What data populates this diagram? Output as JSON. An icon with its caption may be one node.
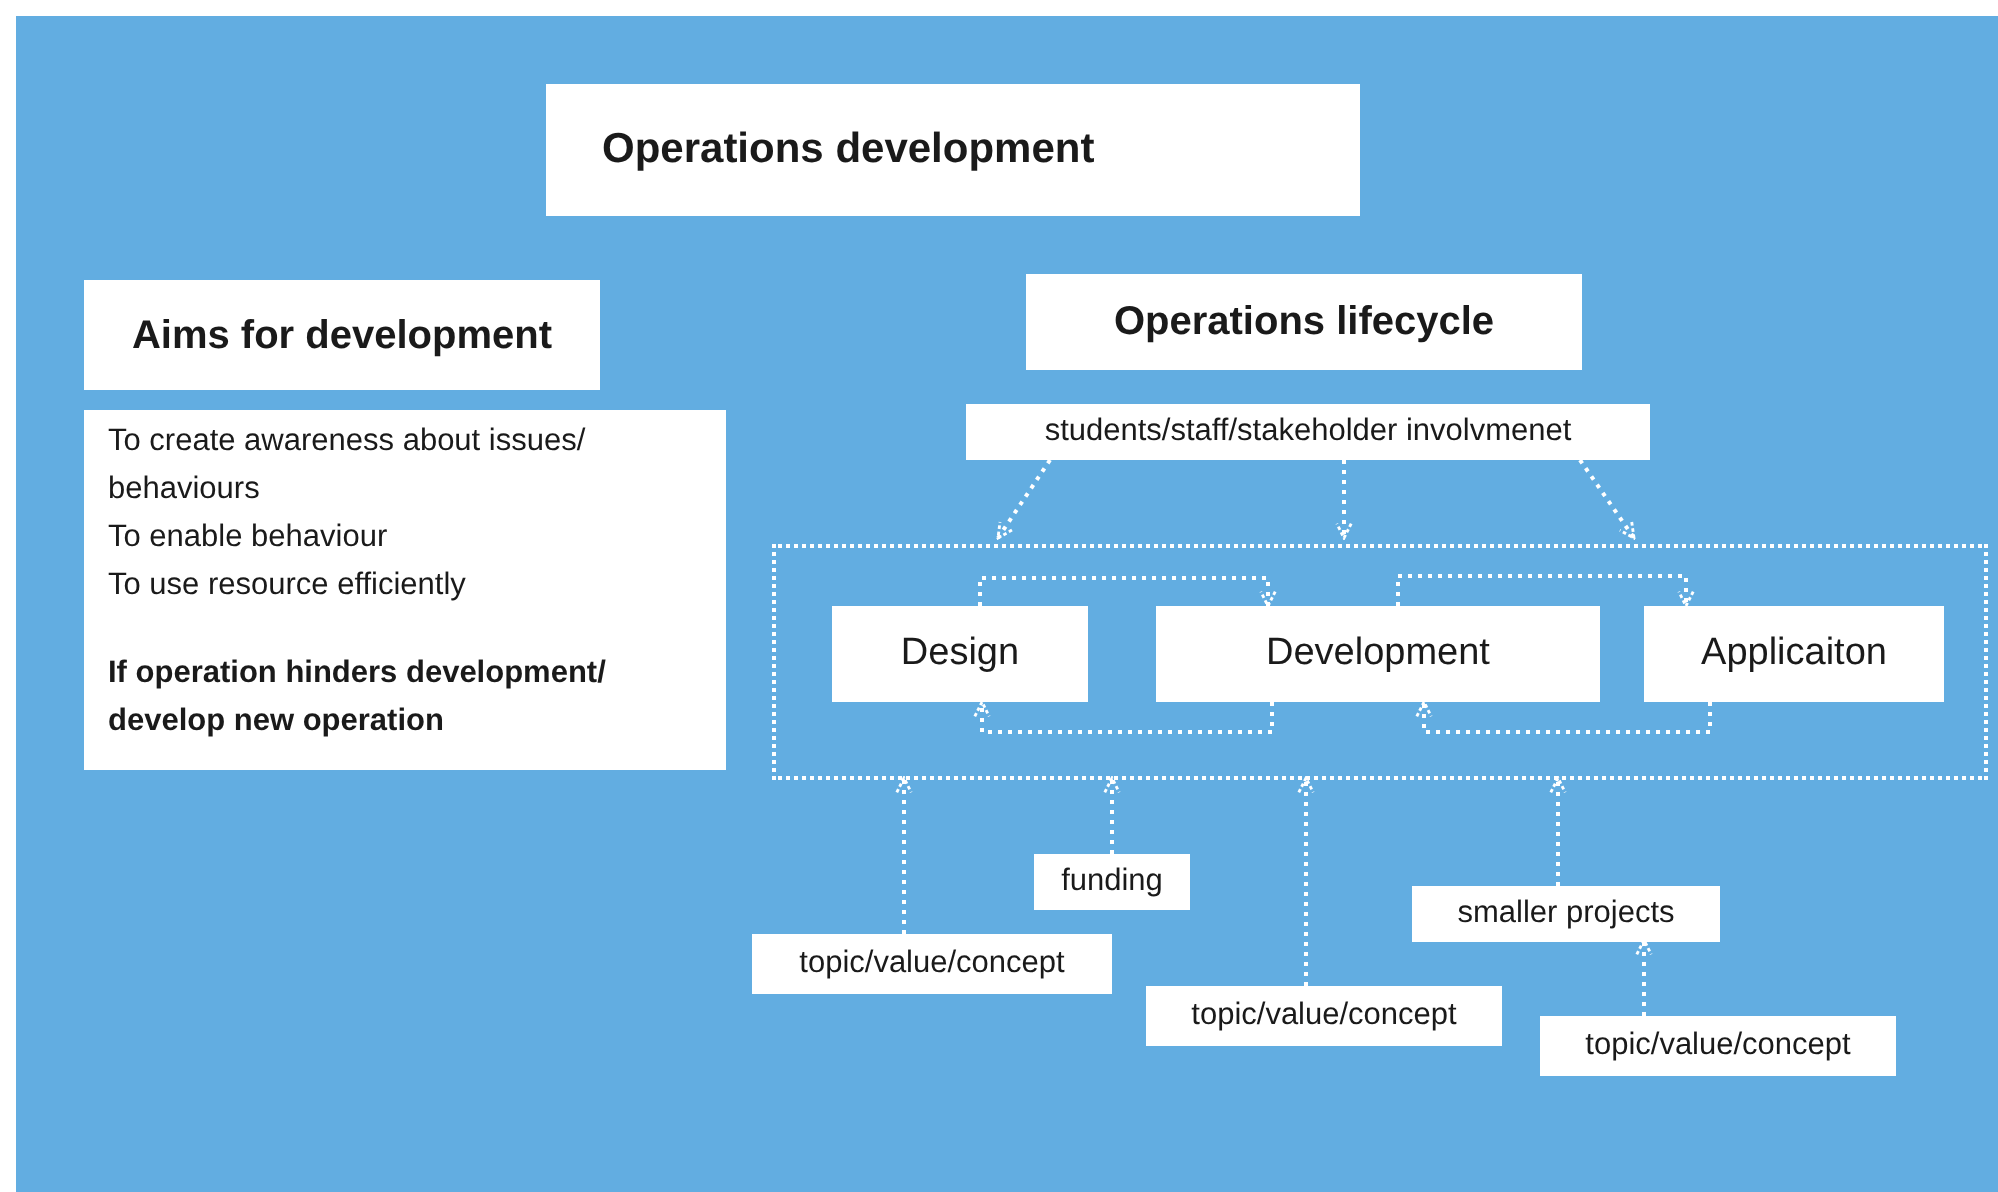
{
  "diagram": {
    "nodes": [
      {
        "text": [
          "Operations development"
        ]
      },
      {
        "text": [
          "Aims for development"
        ]
      },
      {
        "text": [
          "To create awareness about issues/ behaviours",
          "To enable behaviour",
          "To use resource efficiently",
          "If operation hinders development/ develop new operation"
        ]
      },
      {
        "text": [
          "Operations lifecycle"
        ]
      },
      {
        "text": [
          "students/staff/stakeholder involvmenet"
        ]
      },
      {
        "text": [],
        "shape": "box"
      },
      {
        "text": [
          "Design"
        ],
        "in": 5
      },
      {
        "text": [
          "Development"
        ],
        "in": 5
      },
      {
        "text": [
          "Applicaiton"
        ],
        "in": 5
      },
      {
        "text": [
          "funding"
        ]
      },
      {
        "text": [
          "topic/value/concept"
        ]
      },
      {
        "text": [
          "topic/value/concept"
        ]
      },
      {
        "text": [
          "smaller projects"
        ]
      },
      {
        "text": [
          "topic/value/concept"
        ]
      }
    ],
    "edges": [
      {
        "from": 4,
        "to": 5,
        "arrow": "to",
        "style": "dashed"
      },
      {
        "from": 4,
        "to": 5,
        "arrow": "to",
        "style": "dashed"
      },
      {
        "from": 4,
        "to": 5,
        "arrow": "to",
        "style": "dashed"
      },
      {
        "from": 6,
        "to": 7,
        "arrow": "to",
        "style": "dashed"
      },
      {
        "from": 7,
        "to": 6,
        "arrow": "to",
        "style": "dashed"
      },
      {
        "from": 7,
        "to": 8,
        "arrow": "to",
        "style": "dashed"
      },
      {
        "from": 8,
        "to": 7,
        "arrow": "to",
        "style": "dashed"
      },
      {
        "from": 10,
        "to": 5,
        "arrow": "to",
        "style": "dashed"
      },
      {
        "from": 9,
        "to": 5,
        "arrow": "to",
        "style": "dashed"
      },
      {
        "from": 11,
        "to": 5,
        "arrow": "to",
        "style": "dashed"
      },
      {
        "from": 12,
        "to": 5,
        "arrow": "to",
        "style": "dashed"
      },
      {
        "from": 13,
        "to": 12,
        "arrow": "to",
        "style": "dashed"
      }
    ]
  }
}
